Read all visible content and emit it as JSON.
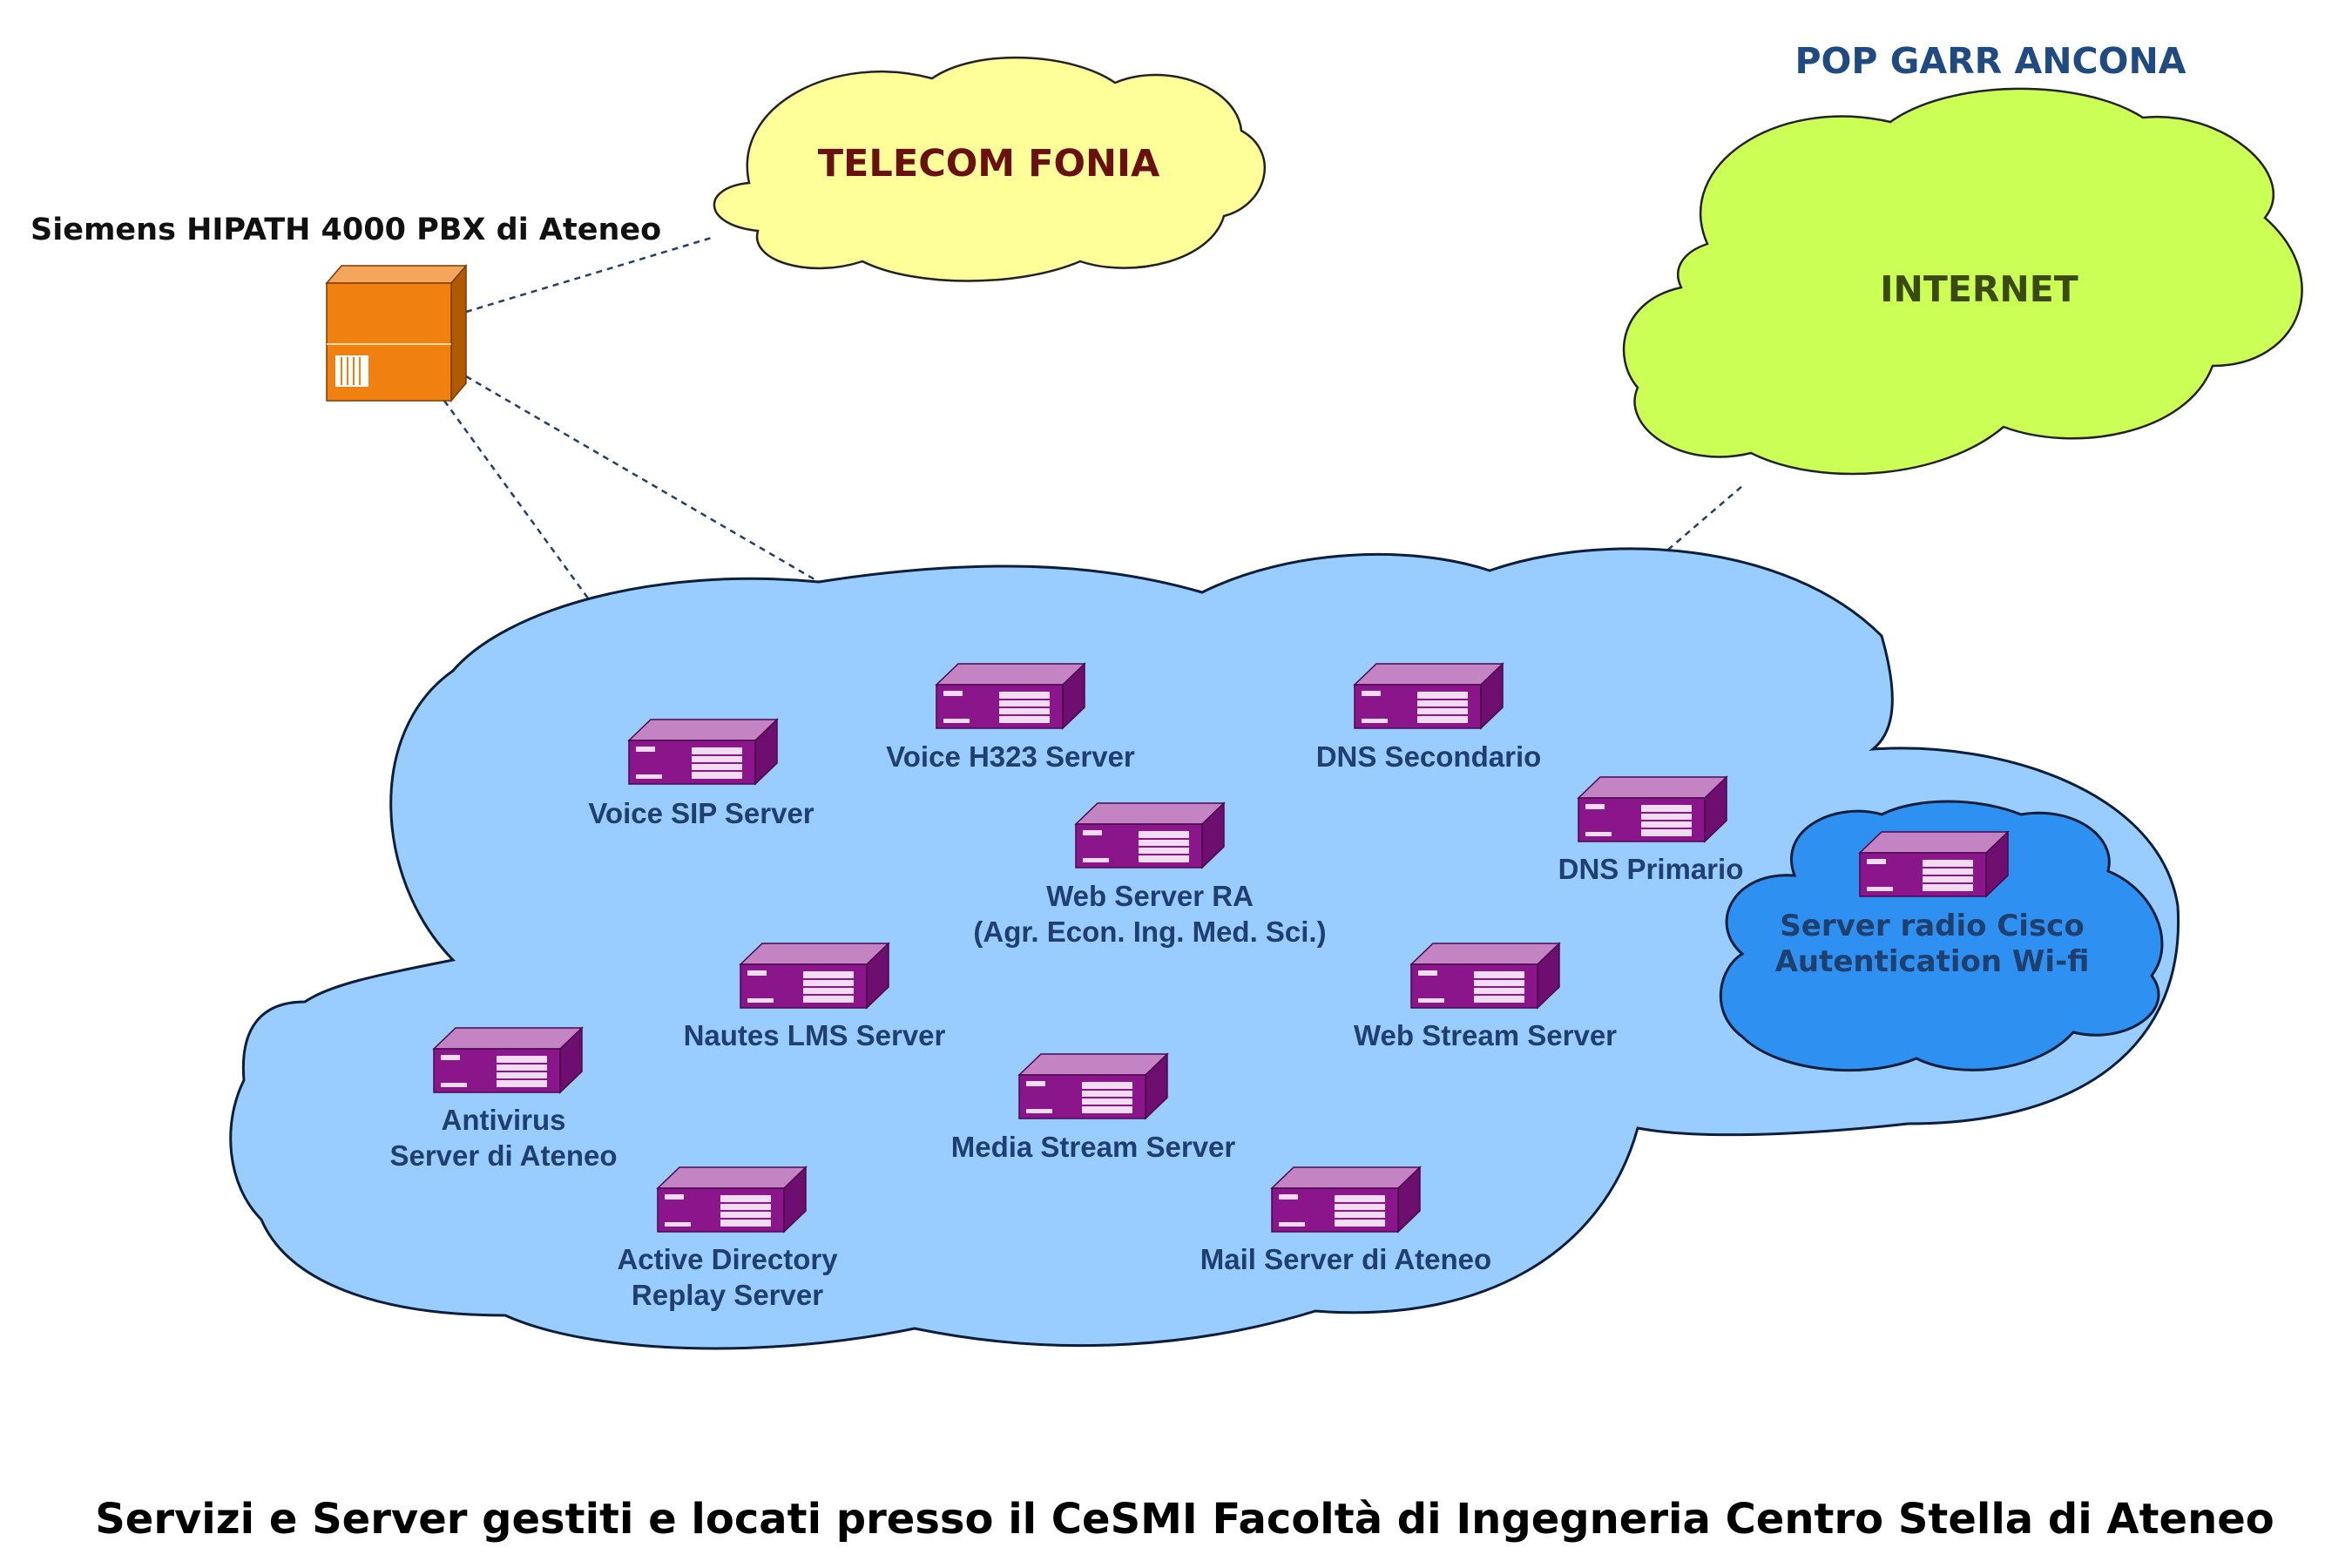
{
  "caption": "Servizi e Server gestiti e locati presso il CeSMI Facoltà di Ingegneria Centro Stella di Ateneo",
  "pop_label": "POP GARR ANCONA",
  "clouds": {
    "telecom": "TELECOM FONIA",
    "internet": "INTERNET",
    "cisco": [
      "Server radio Cisco",
      "Autentication Wi-fi"
    ]
  },
  "pbx": {
    "label": "Siemens HIPATH 4000 PBX di Ateneo"
  },
  "servers": [
    {
      "id": "voice-sip",
      "lines": [
        "Voice SIP Server"
      ]
    },
    {
      "id": "voice-h323",
      "lines": [
        "Voice H323 Server"
      ]
    },
    {
      "id": "dns-secondario",
      "lines": [
        "DNS Secondario"
      ]
    },
    {
      "id": "dns-primario",
      "lines": [
        "DNS Primario"
      ]
    },
    {
      "id": "web-server-ra",
      "lines": [
        "Web Server RA",
        "(Agr. Econ. Ing. Med. Sci.)"
      ]
    },
    {
      "id": "nautes-lms",
      "lines": [
        "Nautes LMS Server"
      ]
    },
    {
      "id": "web-stream",
      "lines": [
        "Web Stream Server"
      ]
    },
    {
      "id": "antivirus",
      "lines": [
        "Antivirus",
        "Server di Ateneo"
      ]
    },
    {
      "id": "media-stream",
      "lines": [
        "Media Stream Server"
      ]
    },
    {
      "id": "active-directory",
      "lines": [
        "Active Directory",
        "Replay Server"
      ]
    },
    {
      "id": "mail-server",
      "lines": [
        "Mail Server di Ateneo"
      ]
    },
    {
      "id": "cisco-radius",
      "lines": []
    }
  ],
  "colors": {
    "main_cloud": "#99ccff",
    "cisco_cloud": "#3399ff",
    "telecom_cloud": "#ffff99",
    "internet_cloud": "#ccff55",
    "server_front": "#8b168b",
    "server_top": "#c070c0",
    "server_side": "#6e0e6e",
    "pbx": "#f08010"
  }
}
